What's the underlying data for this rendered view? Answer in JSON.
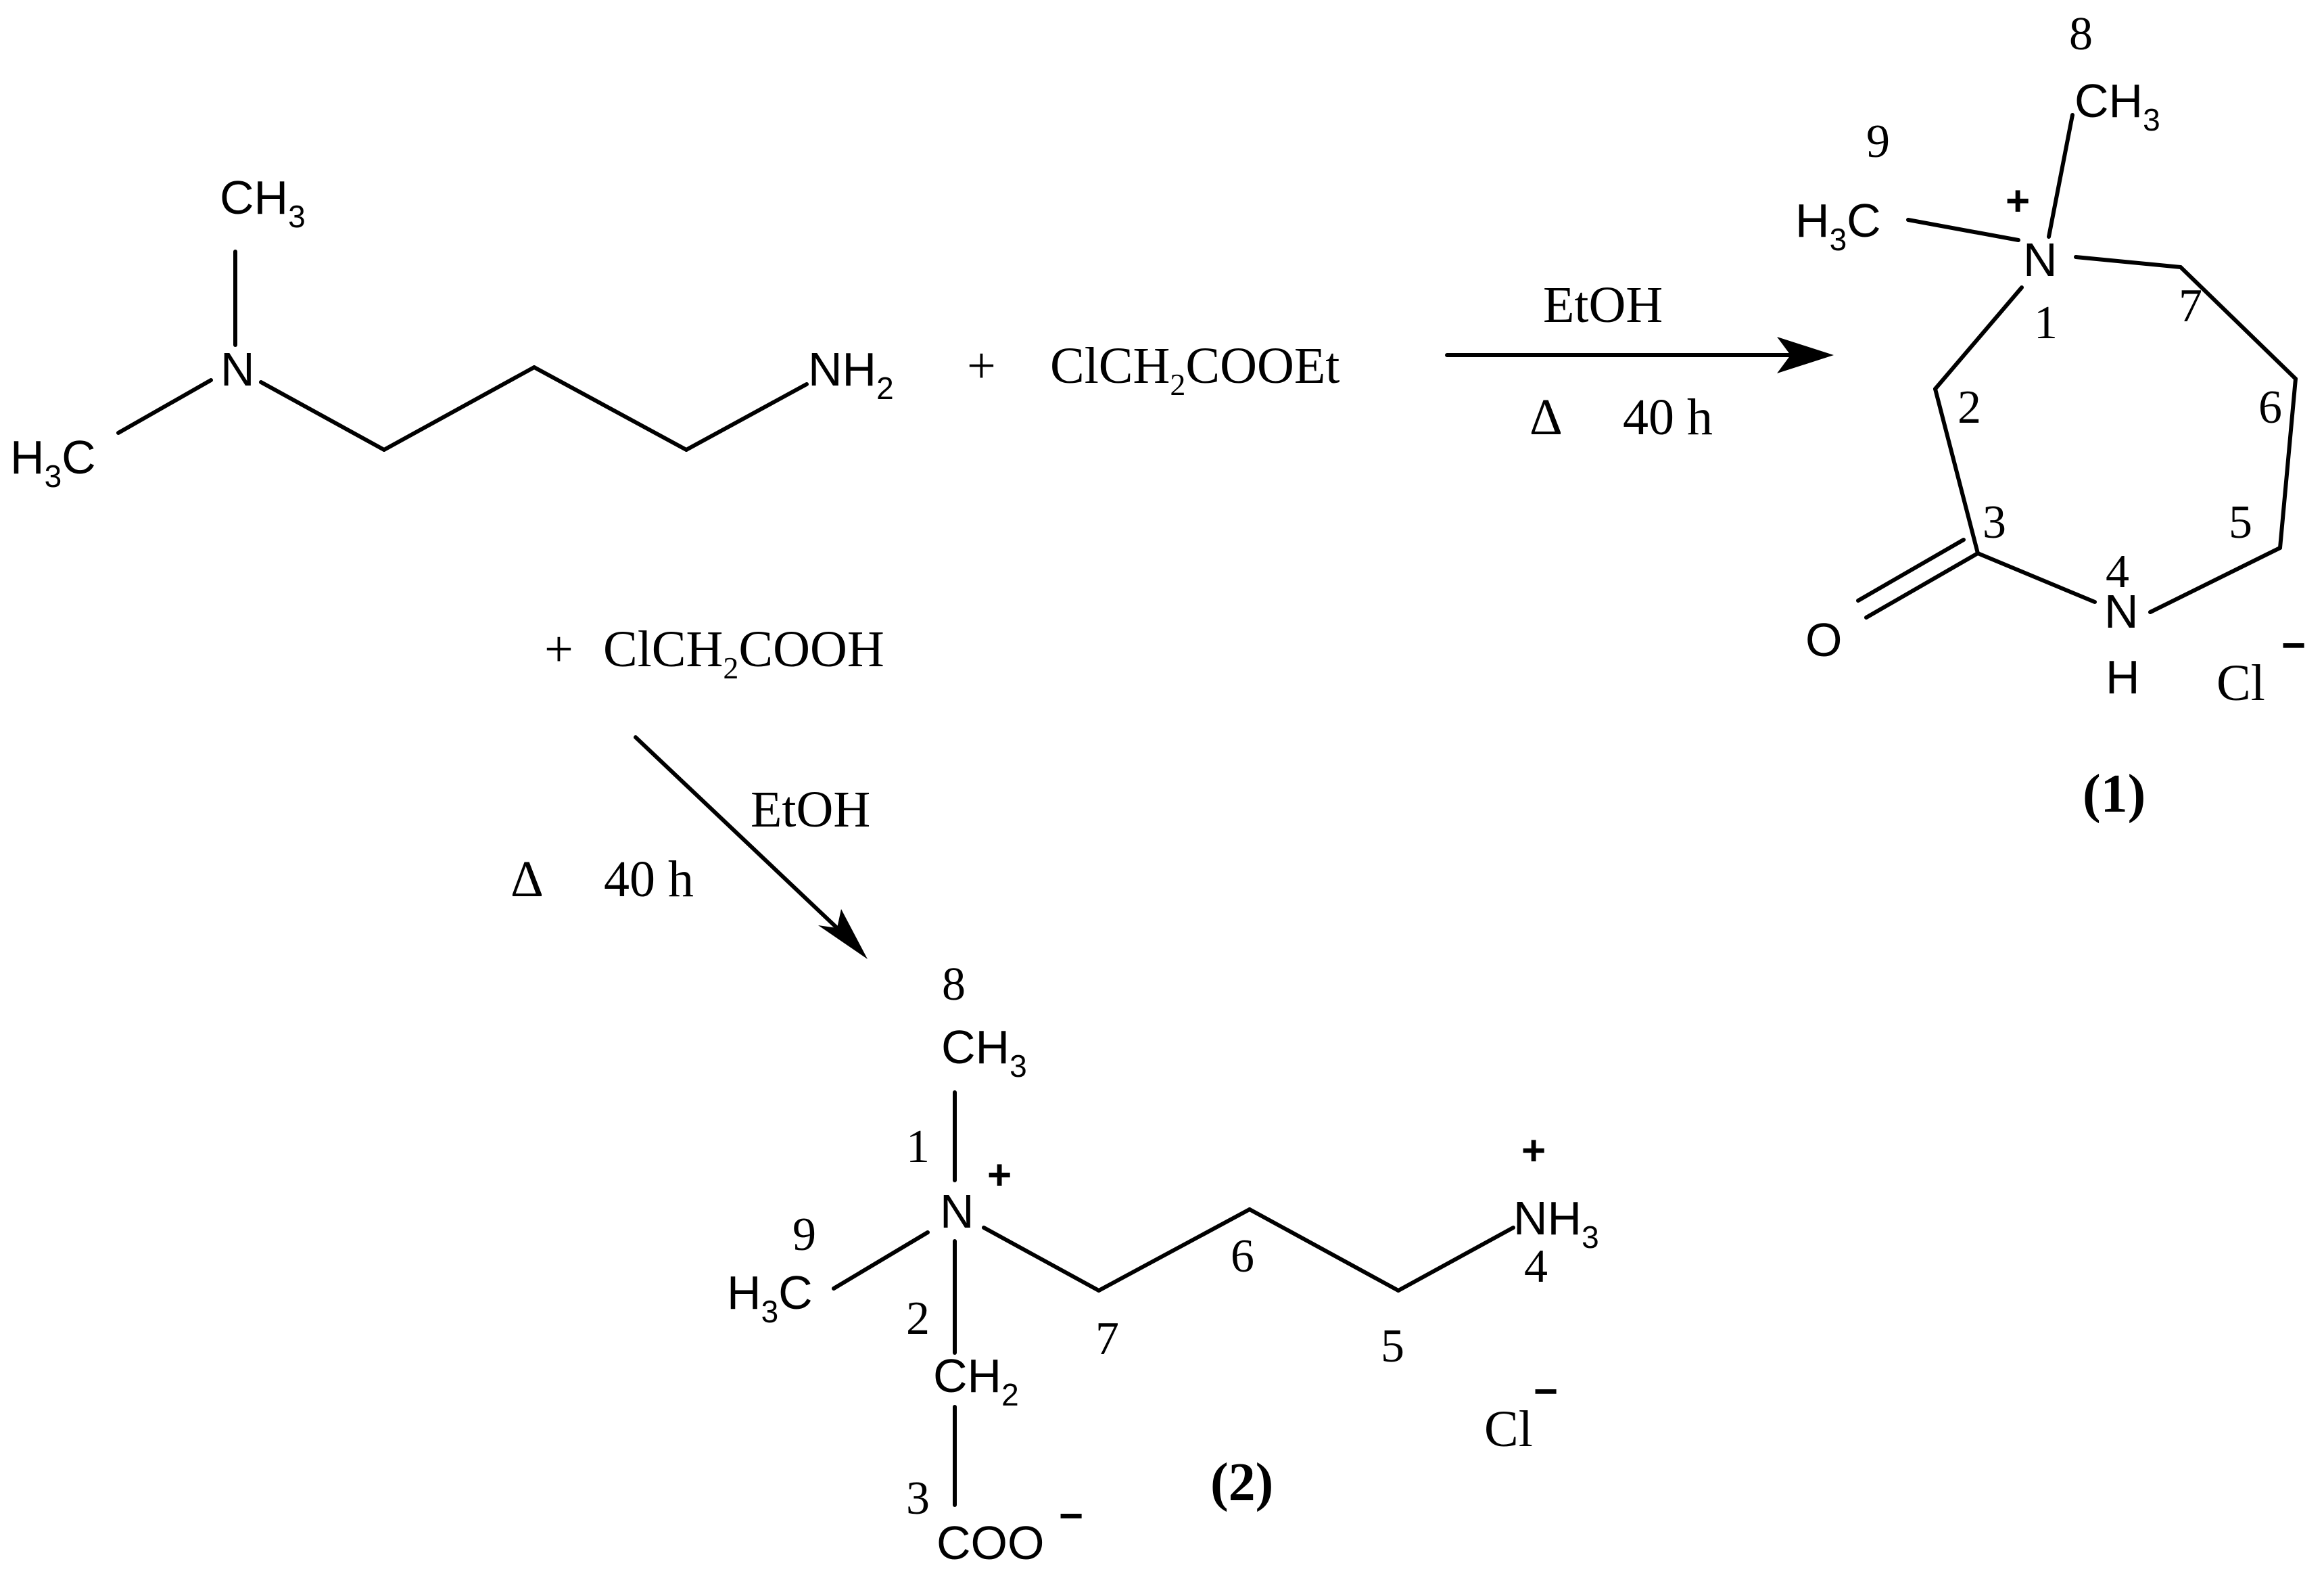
{
  "reactant": {
    "ch3_top": "CH",
    "ch3_top_sub": "3",
    "n": "N",
    "h3c_left": "H",
    "h3c_left_sub": "3",
    "h3c_left_c": "C",
    "nh2": "NH",
    "nh2_sub": "2"
  },
  "reagent1": {
    "plus": "+",
    "formula_a": "ClCH",
    "formula_sub": "2",
    "formula_b": "COOEt"
  },
  "arrow1": {
    "above": "EtOH",
    "below_delta": "Δ",
    "below_time": "40 h"
  },
  "reagent2": {
    "plus": "+",
    "formula_a": "ClCH",
    "formula_sub": "2",
    "formula_b": "COOH"
  },
  "arrow2": {
    "above": "EtOH",
    "below_delta": "Δ",
    "below_time": "40 h"
  },
  "product1": {
    "ch3": "CH",
    "ch3_sub": "3",
    "h3c": "H",
    "h3c_sub": "3",
    "h3c_c": "C",
    "n": "N",
    "plus": "+",
    "o": "O",
    "nh_n": "N",
    "nh_h": "H",
    "cl": "Cl",
    "cl_charge": "−",
    "label": "(1)",
    "nums": [
      "8",
      "9",
      "1",
      "7",
      "2",
      "6",
      "3",
      "5",
      "4"
    ]
  },
  "product2": {
    "ch3": "CH",
    "ch3_sub": "3",
    "h3c": "H",
    "h3c_sub": "3",
    "h3c_c": "C",
    "n": "N",
    "plus": "+",
    "nh3": "NH",
    "nh3_sub": "3",
    "nh3_plus": "+",
    "ch2": "CH",
    "ch2_sub": "2",
    "coo": "COO",
    "coo_charge": "−",
    "cl": "Cl",
    "cl_charge": "−",
    "label": "(2)",
    "nums": [
      "8",
      "1",
      "9",
      "2",
      "6",
      "7",
      "5",
      "4",
      "3"
    ]
  }
}
